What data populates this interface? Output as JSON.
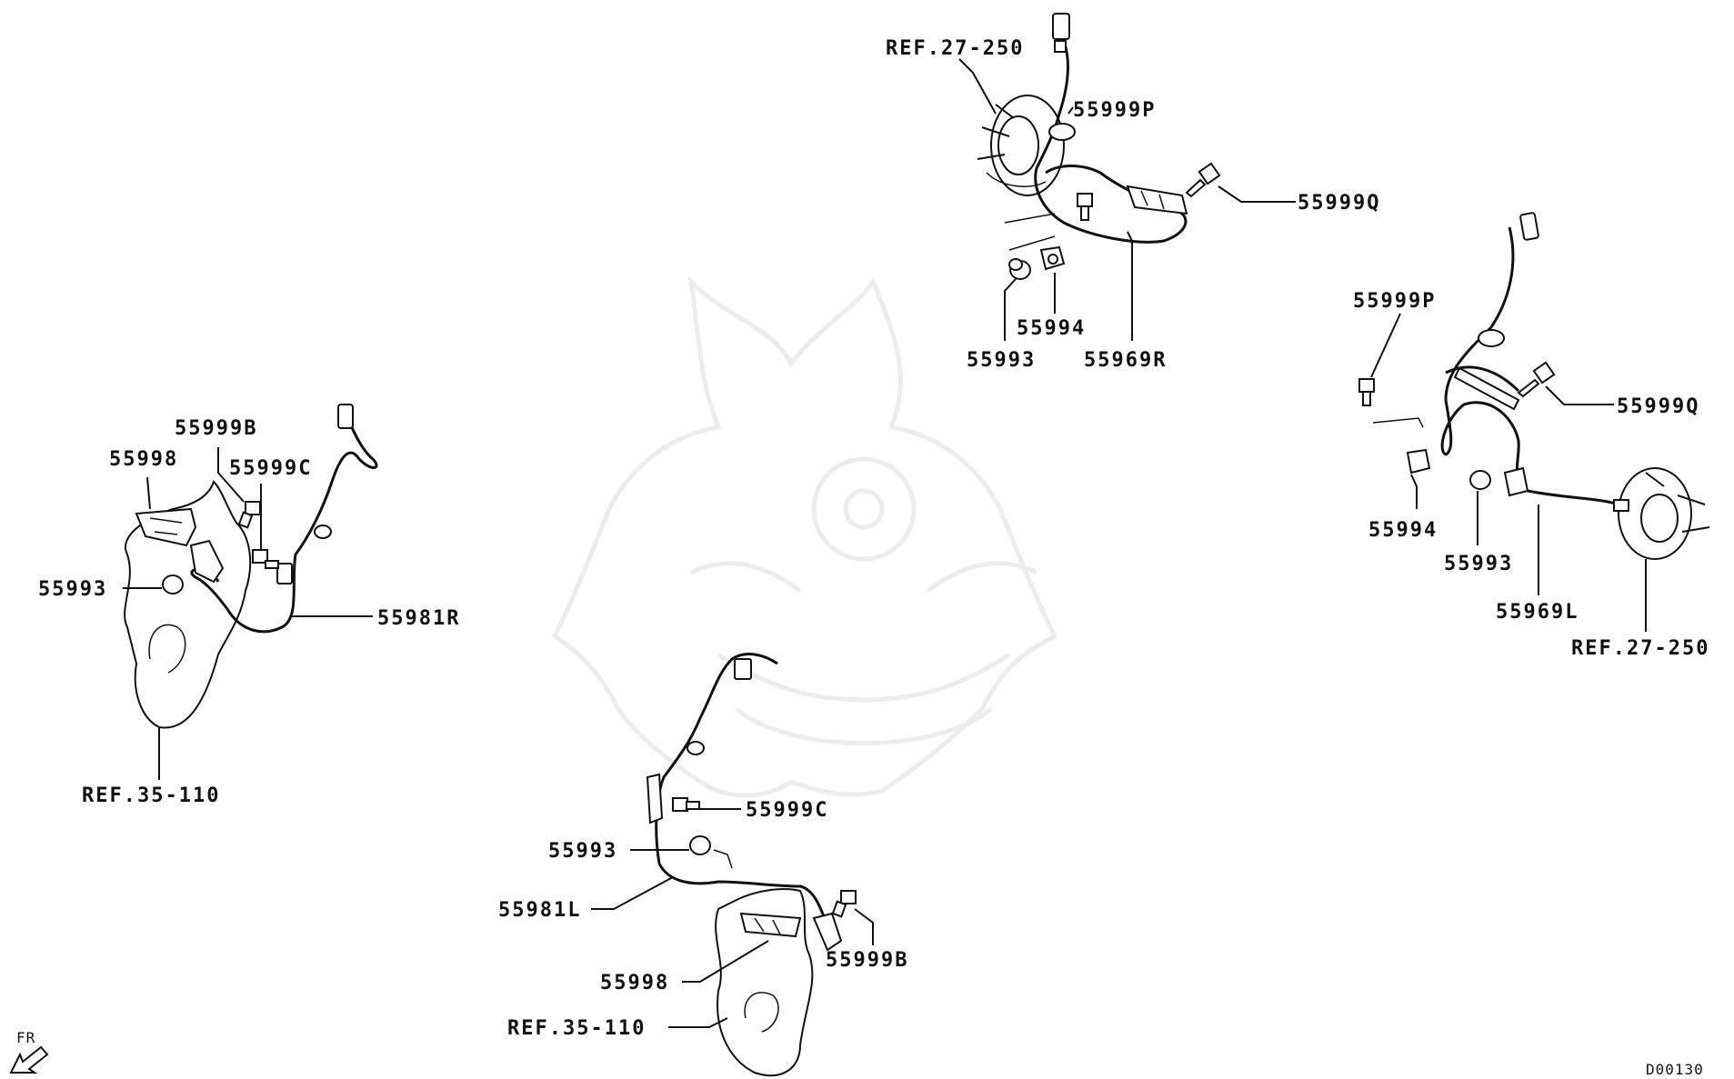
{
  "diagram": {
    "labels": {
      "ref_27_250_top": "REF.27-250",
      "p55999p_top": "55999P",
      "p55999q_top": "55999Q",
      "p55994_top": "55994",
      "p55993_top": "55993",
      "p55969r": "55969R",
      "p55999p_right": "55999P",
      "p55999q_right": "55999Q",
      "p55994_right": "55994",
      "p55993_right": "55993",
      "p55969l": "55969L",
      "ref_27_250_right": "REF.27-250",
      "p55999b_left": "55999B",
      "p55998_left": "55998",
      "p55999c_left": "55999C",
      "p55993_left": "55993",
      "p55981r": "55981R",
      "ref_35_110_left": "REF.35-110",
      "p55999c_bottom": "55999C",
      "p55993_bottom": "55993",
      "p55981l": "55981L",
      "p55999b_bottom": "55999B",
      "p55998_bottom": "55998",
      "ref_35_110_bottom": "REF.35-110",
      "fr_indicator": "FR",
      "diagram_code": "D00130"
    }
  }
}
